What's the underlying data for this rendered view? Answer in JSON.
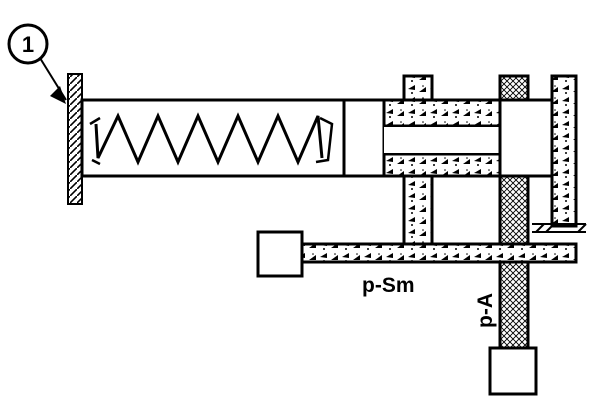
{
  "callout": {
    "number": "1"
  },
  "labels": {
    "supply_pressure": "p-Sm",
    "output_pressure": "p-A"
  },
  "colors": {
    "line": "#000000",
    "fill": "#ffffff"
  }
}
